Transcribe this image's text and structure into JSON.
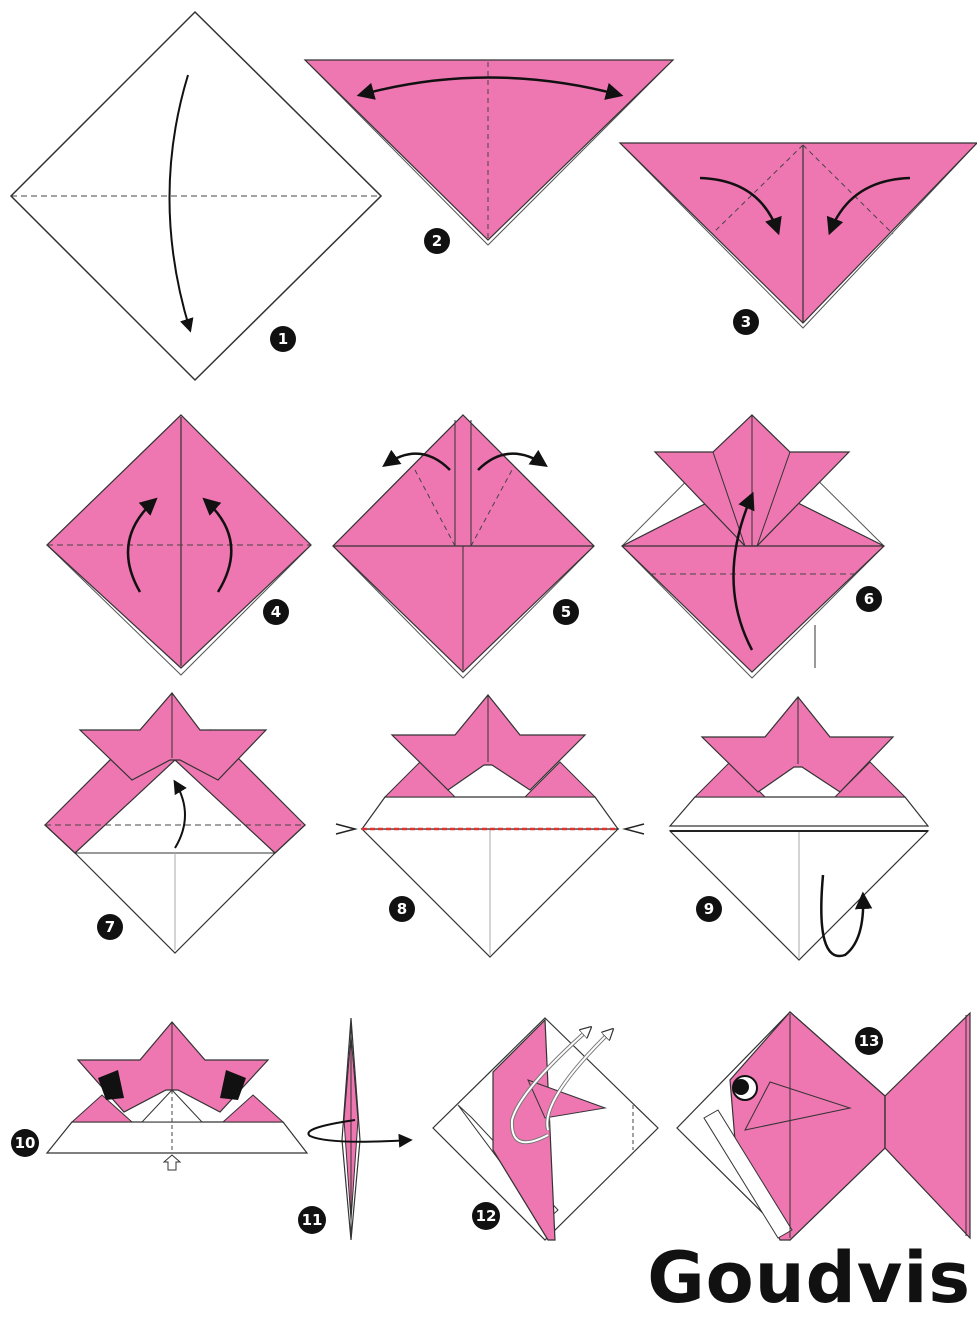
{
  "title": "Goudvis",
  "colors": {
    "paper_pink": "#ef77b1",
    "paper_white": "#ffffff",
    "line": "#222222",
    "cut_line": "#e53030"
  },
  "steps": [
    {
      "number": "1"
    },
    {
      "number": "2"
    },
    {
      "number": "3"
    },
    {
      "number": "4"
    },
    {
      "number": "5"
    },
    {
      "number": "6"
    },
    {
      "number": "7"
    },
    {
      "number": "8"
    },
    {
      "number": "9"
    },
    {
      "number": "10"
    },
    {
      "number": "11"
    },
    {
      "number": "12"
    },
    {
      "number": "13"
    }
  ]
}
